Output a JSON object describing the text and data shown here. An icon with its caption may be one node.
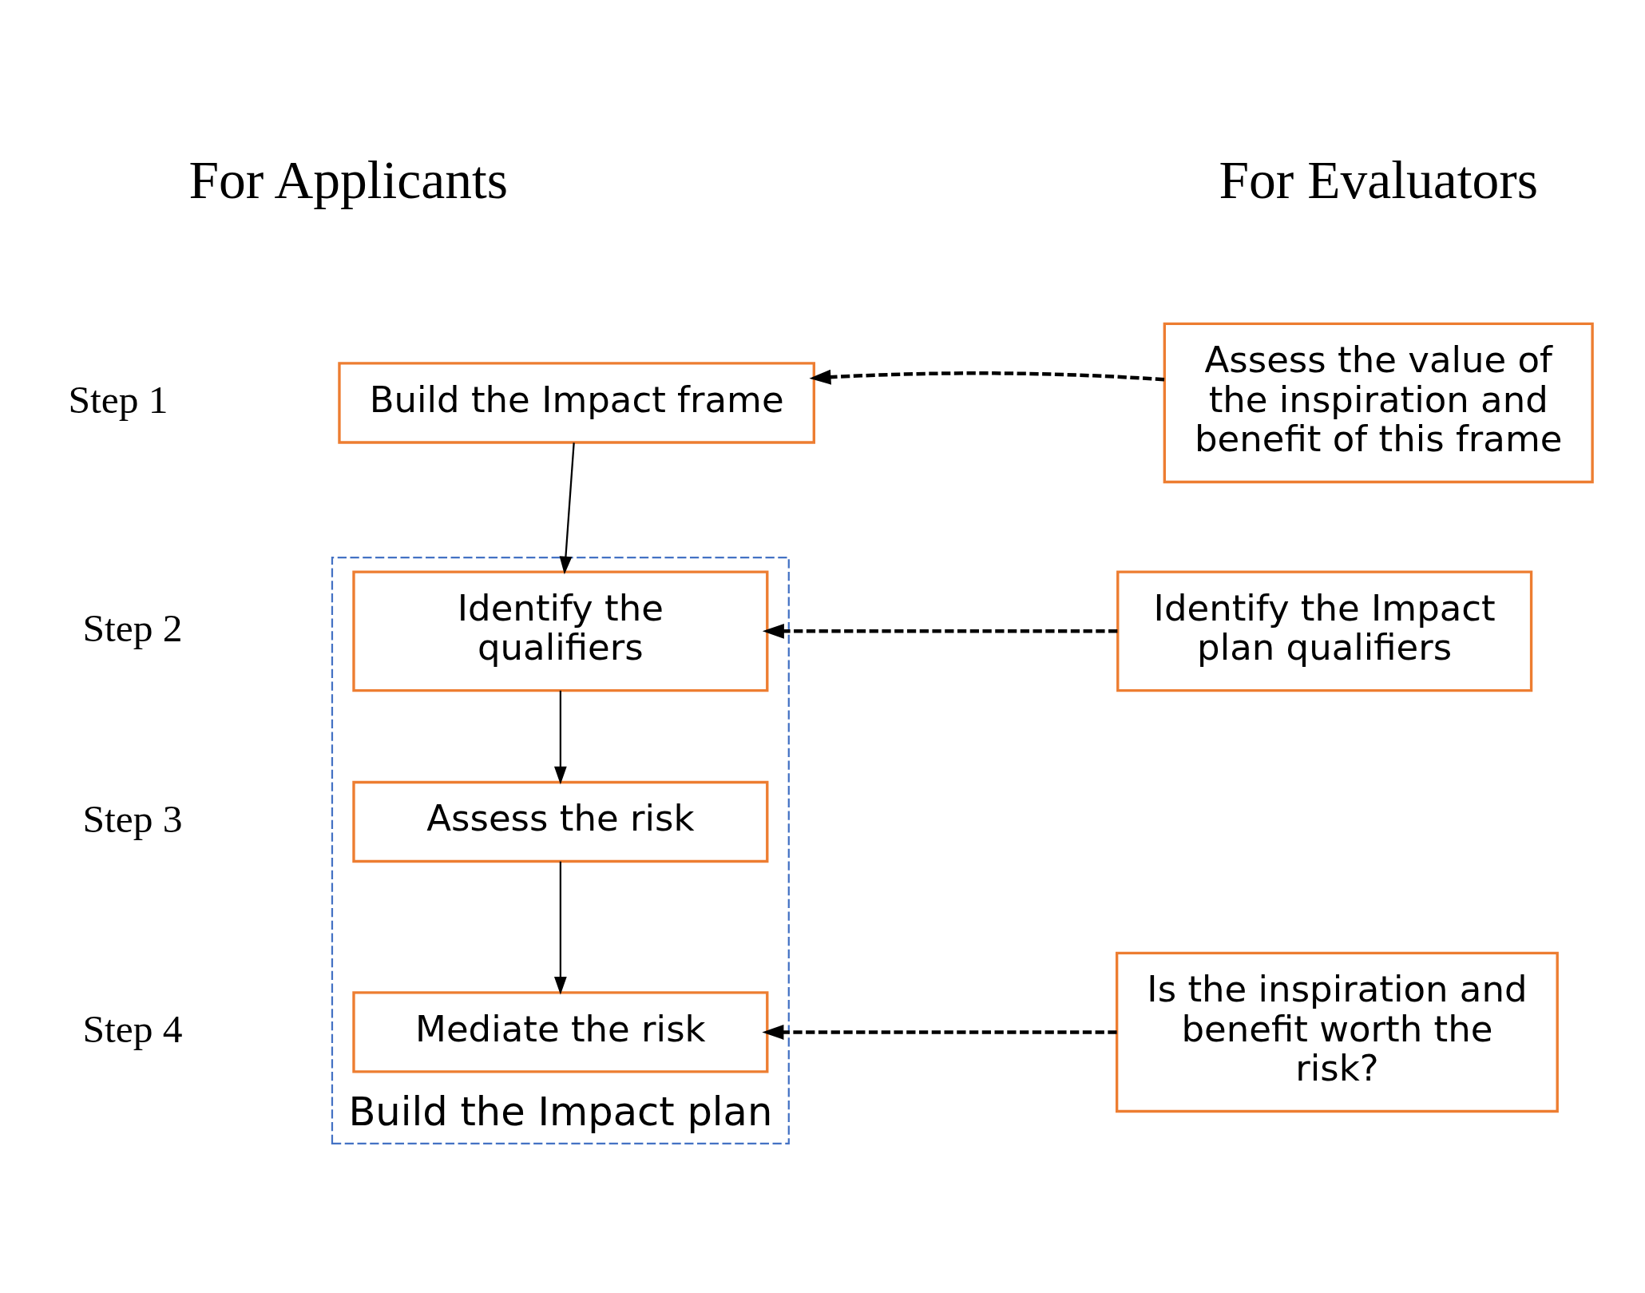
{
  "diagram": {
    "nodes": [
      {
        "text": [
          "Build the Impact frame"
        ]
      },
      {
        "text": [
          "Build the Impact plan"
        ]
      },
      {
        "text": [
          "Identify the qualifiers"
        ],
        "in": 1
      },
      {
        "text": [
          "Assess the risk"
        ],
        "in": 1
      },
      {
        "text": [
          "Mediate the risk"
        ],
        "in": 1
      },
      {
        "text": [
          "Assess the value of the inspiration and benefit of this frame"
        ]
      },
      {
        "text": [
          "Identify the Impact plan qualifiers"
        ]
      },
      {
        "text": [
          "Is the inspiration and benefit worth the risk?"
        ]
      }
    ],
    "edges": [
      {
        "from": 0,
        "to": 2,
        "arrow": "to"
      },
      {
        "from": 2,
        "to": 3,
        "arrow": "to"
      },
      {
        "from": 3,
        "to": 4,
        "arrow": "to"
      },
      {
        "from": 5,
        "to": 0,
        "arrow": "to",
        "style": "dashed"
      },
      {
        "from": 6,
        "to": 2,
        "arrow": "to",
        "style": "dashed"
      },
      {
        "from": 7,
        "to": 4,
        "arrow": "to",
        "style": "dashed"
      }
    ],
    "labels": [
      "For Applicants",
      "For Evaluators",
      "Step 1",
      "Step 2",
      "Step 3",
      "Step 4"
    ]
  }
}
